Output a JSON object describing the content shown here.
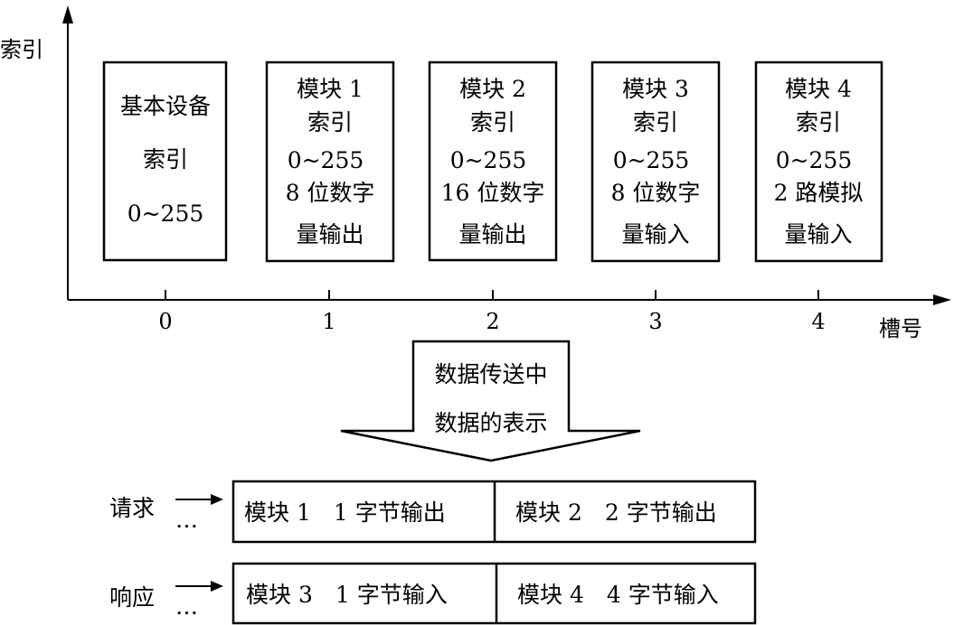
{
  "axes": {
    "y_label": "索引",
    "x_label": "槽号",
    "ticks": [
      "0",
      "1",
      "2",
      "3",
      "4"
    ]
  },
  "slots": [
    {
      "lines": [
        "基本设备",
        "索引",
        "0~255"
      ]
    },
    {
      "lines": [
        "模块 1",
        "索引",
        "0~255",
        "8 位数字",
        "量输出"
      ]
    },
    {
      "lines": [
        "模块 2",
        "索引",
        "0~255",
        "16 位数字",
        "量输出"
      ]
    },
    {
      "lines": [
        "模块 3",
        "索引",
        "0~255",
        "8 位数字",
        "量输入"
      ]
    },
    {
      "lines": [
        "模块 4",
        "索引",
        "0~255",
        "2 路模拟",
        "量输入"
      ]
    }
  ],
  "transfer_arrow": {
    "lines": [
      "数据传送中",
      "数据的表示"
    ]
  },
  "frames": [
    {
      "label": "请求",
      "dots": "…",
      "cells": [
        "模块 1　1 字节输出",
        "模块 2　2 字节输出"
      ]
    },
    {
      "label": "响应",
      "dots": "…",
      "cells": [
        "模块 3　1 字节输入",
        "模块 4　4 字节输入"
      ]
    }
  ]
}
